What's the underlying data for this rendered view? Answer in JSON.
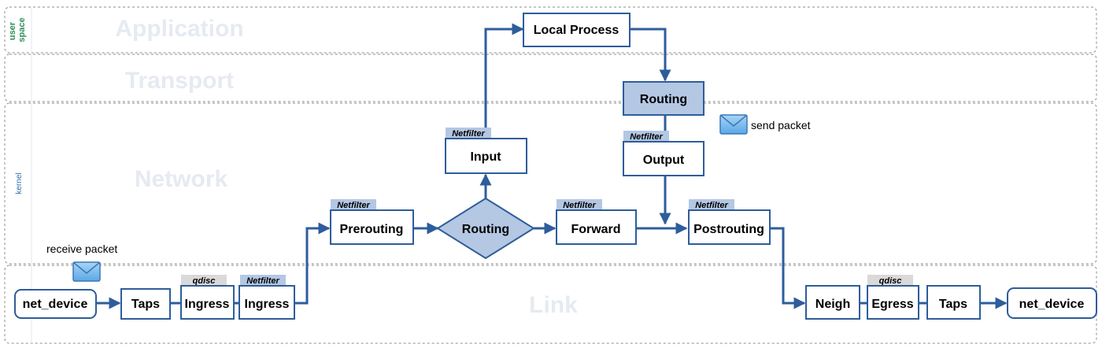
{
  "layers": {
    "user_space": "user space",
    "kernel": "kernel",
    "application": "Application",
    "transport": "Transport",
    "network": "Network",
    "link": "Link"
  },
  "tags": {
    "netfilter": "Netfilter",
    "qdisc": "qdisc"
  },
  "nodes": {
    "net_device_in": "net_device",
    "taps_in": "Taps",
    "ingress_qdisc": "Ingress",
    "ingress_netfilter": "Ingress",
    "prerouting": "Prerouting",
    "routing_decision": "Routing",
    "input": "Input",
    "local_process": "Local Process",
    "routing_local": "Routing",
    "output": "Output",
    "forward": "Forward",
    "postrouting": "Postrouting",
    "neigh": "Neigh",
    "egress": "Egress",
    "taps_out": "Taps",
    "net_device_out": "net_device"
  },
  "annotations": {
    "receive": "receive packet",
    "send": "send packet"
  },
  "colors": {
    "line": "#2e5d9b",
    "box_fill": "#ffffff",
    "accent_fill": "#b4c7e3",
    "tag_netfilter": "#b4c7e3",
    "tag_qdisc": "#d9d9d9",
    "layer_text": "#e6eaf1",
    "user_label": "#2e8f5e",
    "kernel_label": "#2e6fae"
  },
  "icons": {
    "receive": "envelope-icon",
    "send": "envelope-icon"
  }
}
